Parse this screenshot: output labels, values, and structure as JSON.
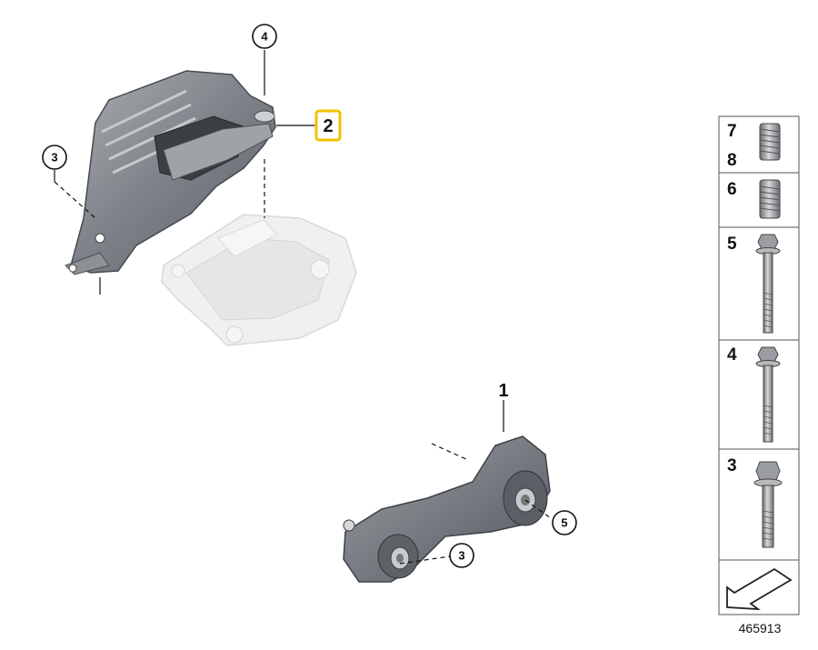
{
  "diagram": {
    "callouts": {
      "top_bolt": "4",
      "left_bolt": "3",
      "highlighted_part": "2",
      "torque_rod": "1",
      "rod_bolt_right": "5",
      "rod_bolt_left": "3"
    },
    "highlight_color": "#f2c200"
  },
  "legend": {
    "rows": [
      {
        "labels": [
          "7",
          "8"
        ],
        "icon": "threaded-insert-icon"
      },
      {
        "labels": [
          "6"
        ],
        "icon": "threaded-insert-icon"
      },
      {
        "labels": [
          "5"
        ],
        "icon": "long-flange-bolt-icon"
      },
      {
        "labels": [
          "4"
        ],
        "icon": "flange-bolt-icon"
      },
      {
        "labels": [
          "3"
        ],
        "icon": "short-flange-bolt-icon"
      }
    ],
    "arrow_icon": "arrow-icon",
    "reference_number": "465913"
  }
}
